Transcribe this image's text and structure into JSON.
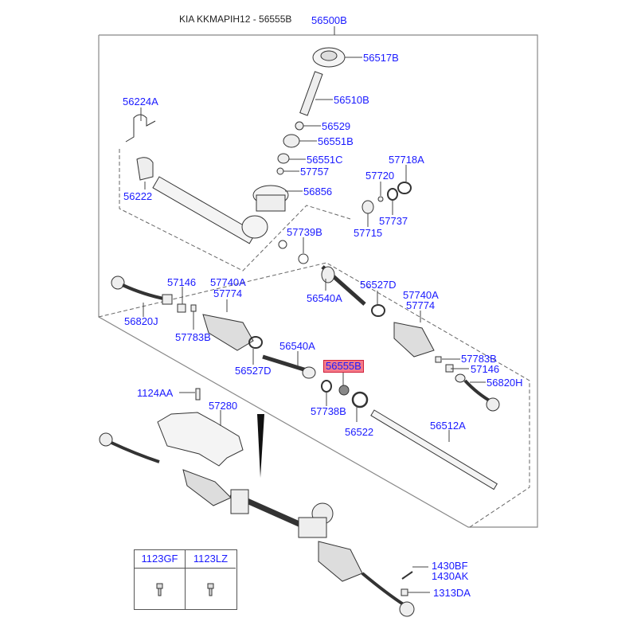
{
  "header": {
    "title": "KIA KKMAPIH12 - 56555B",
    "assembly_code": "56500B"
  },
  "highlight_color": "#f47a8a",
  "label_color": "#1a1aff",
  "parts": [
    {
      "code": "56517B"
    },
    {
      "code": "56510B"
    },
    {
      "code": "56224A"
    },
    {
      "code": "56529"
    },
    {
      "code": "56551B"
    },
    {
      "code": "56551C"
    },
    {
      "code": "57757"
    },
    {
      "code": "57718A"
    },
    {
      "code": "57720"
    },
    {
      "code": "56222"
    },
    {
      "code": "56856"
    },
    {
      "code": "57737"
    },
    {
      "code": "57715"
    },
    {
      "code": "57739B"
    },
    {
      "code": "57146"
    },
    {
      "code": "57740A"
    },
    {
      "code": "57774"
    },
    {
      "code": "56527D"
    },
    {
      "code": "56540A"
    },
    {
      "code": "56820J"
    },
    {
      "code": "57783B"
    },
    {
      "code": "56527D"
    },
    {
      "code": "56540A"
    },
    {
      "code": "57740A"
    },
    {
      "code": "57774"
    },
    {
      "code": "56555B",
      "highlighted": true
    },
    {
      "code": "57783B"
    },
    {
      "code": "57146"
    },
    {
      "code": "56820H"
    },
    {
      "code": "57738B"
    },
    {
      "code": "56522"
    },
    {
      "code": "1124AA"
    },
    {
      "code": "57280"
    },
    {
      "code": "56512A"
    },
    {
      "code": "1430BF"
    },
    {
      "code": "1430AK"
    },
    {
      "code": "1313DA"
    }
  ],
  "fastener_table": {
    "columns": [
      "1123GF",
      "1123LZ"
    ]
  }
}
